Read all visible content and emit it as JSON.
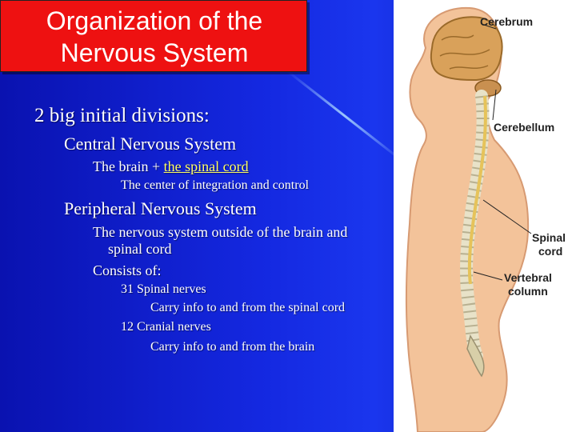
{
  "slide": {
    "title_line1": "Organization of the",
    "title_line2": "Nervous System",
    "bullets": {
      "b1": "2 big initial divisions:",
      "cns": "Central Nervous System",
      "cns_desc_pre": "The brain + ",
      "cns_desc_link": "the spinal cord",
      "cns_center": "The center of integration and control",
      "pns": "Peripheral Nervous System",
      "pns_desc_1": "The nervous system outside of the brain and",
      "pns_desc_2": "spinal cord",
      "consists": "Consists of:",
      "spinal_nerves": "31 Spinal nerves",
      "spinal_nerves_desc": "Carry info to and from the spinal cord",
      "cranial_nerves": "12 Cranial nerves",
      "cranial_nerves_desc": "Carry info to and from the brain"
    }
  },
  "illustration": {
    "labels": {
      "cerebrum": "Cerebrum",
      "cerebellum": "Cerebellum",
      "spinal_cord_1": "Spinal",
      "spinal_cord_2": "cord",
      "vertebral_column_1": "Vertebral",
      "vertebral_column_2": "column"
    },
    "colors": {
      "skin": "#f3c39a",
      "brain": "#d9a15a",
      "bone": "#e8e2c8",
      "cord": "#e6c35a"
    }
  }
}
